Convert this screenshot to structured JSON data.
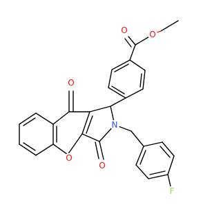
{
  "atoms": {
    "ester_oxygen": {
      "symbol": "O",
      "color": "#ff0d0d"
    },
    "carbonyl_oxygen_ester": {
      "symbol": "O",
      "color": "#ff0d0d"
    },
    "ketone_oxygen": {
      "symbol": "O",
      "color": "#ff0d0d"
    },
    "lactam_oxygen": {
      "symbol": "O",
      "color": "#ff0d0d"
    },
    "ring_oxygen": {
      "symbol": "O",
      "color": "#ff0d0d"
    },
    "nitrogen": {
      "symbol": "N",
      "color": "#3050f8"
    },
    "fluorine": {
      "symbol": "F",
      "color": "#90e050"
    }
  }
}
